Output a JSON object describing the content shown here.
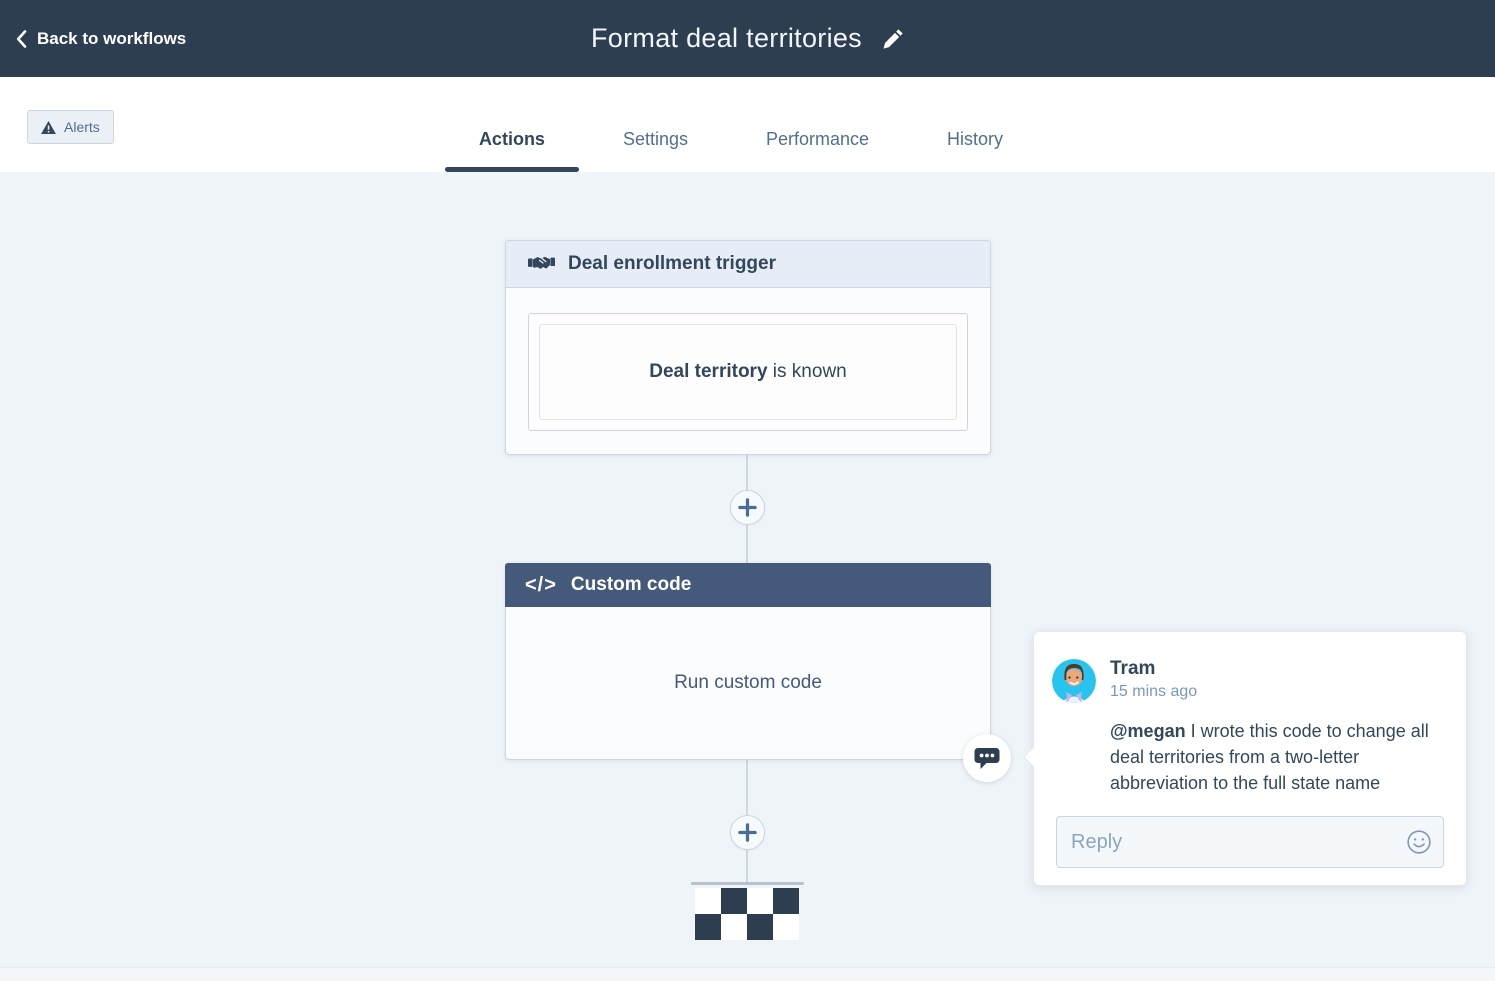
{
  "topbar": {
    "back_label": "Back to workflows",
    "title": "Format deal territories"
  },
  "tabbar": {
    "alerts_label": "Alerts",
    "tabs": [
      {
        "label": "Actions",
        "active": true
      },
      {
        "label": "Settings",
        "active": false
      },
      {
        "label": "Performance",
        "active": false
      },
      {
        "label": "History",
        "active": false
      }
    ]
  },
  "workflow": {
    "trigger": {
      "header": "Deal enrollment trigger",
      "condition_property": "Deal territory",
      "condition_rest": " is known"
    },
    "action": {
      "header": "Custom code",
      "body": "Run custom code"
    }
  },
  "comment": {
    "author": "Tram",
    "time": "15 mins ago",
    "mention": "@megan",
    "text": " I wrote this code to change all deal territories from a two-letter abbreviation to the full state name",
    "reply_placeholder": "Reply"
  },
  "icons": {
    "back": "chevron-left",
    "edit": "pencil",
    "alerts": "warning-triangle",
    "trigger": "handshake",
    "action": "code-brackets",
    "add_step": "plus",
    "comment": "speech-bubble-dots",
    "reply_emoji": "smiley-face",
    "end_of_workflow": "checkered-flag"
  },
  "colors": {
    "topbar_bg": "#2d3e50",
    "action_header_bg": "#45597a",
    "trigger_header_bg": "#e7edf6",
    "canvas_bg": "#eff4f9",
    "accent_text": "#33475b",
    "muted_text": "#7c98b6",
    "avatar_bg": "#27c4f0"
  }
}
